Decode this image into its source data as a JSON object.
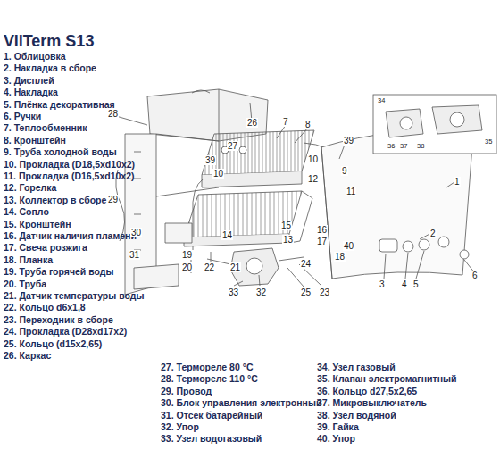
{
  "diagram": {
    "title": "VilTerm  S13",
    "labels": [
      "1. Облицовка",
      "2. Накладка в сборе",
      "3. Дисплей",
      "4. Накладка",
      "5. Плёнка декоративная",
      "6. Ручки",
      "7. Теплообменник",
      "8. Кронштейн",
      "9. Труба холодной воды",
      "10. Прокладка (D18,5xd10x2)",
      "11. Прокладка (D16,5xd10x2)",
      "12. Горелка",
      "13. Коллектор в сборе",
      "14. Сопло",
      "15. Кронштейн",
      "16. Датчик наличия пламени",
      "17. Свеча розжига",
      "18. Планка",
      "19. Труба горячей воды",
      "20. Труба",
      "21. Датчик температуры воды",
      "22. Кольцо d6x1,8",
      "23. Переходник в сборе",
      "24. Прокладка (D28xd17x2)",
      "25. Кольцо (d15x2,65)",
      "26. Каркас",
      "27. Термореле 80 °С",
      "28. Термореле 110 °С",
      "29. Провод",
      "30. Блок управления электронный",
      "31. Отсек батарейный",
      "32. Упор",
      "33. Узел водогазовый",
      "34. Узел газовый",
      "35. Клапан электромагнитный",
      "36. Кольцо d27,5x2,65",
      "37. Микровыключатель",
      "38. Узел водяной",
      "39. Гайка",
      "40. Упор",
      "28",
      "26",
      "7",
      "8",
      "27",
      "39",
      "10",
      "39",
      "10",
      "12",
      "9",
      "11",
      "29",
      "30",
      "31",
      "19",
      "20",
      "22",
      "21",
      "14",
      "15",
      "16",
      "17",
      "13",
      "18",
      "40",
      "24",
      "33",
      "32",
      "25",
      "23",
      "1",
      "2",
      "3",
      "4",
      "5",
      "6",
      "34",
      "36",
      "37",
      "38",
      "35"
    ]
  }
}
